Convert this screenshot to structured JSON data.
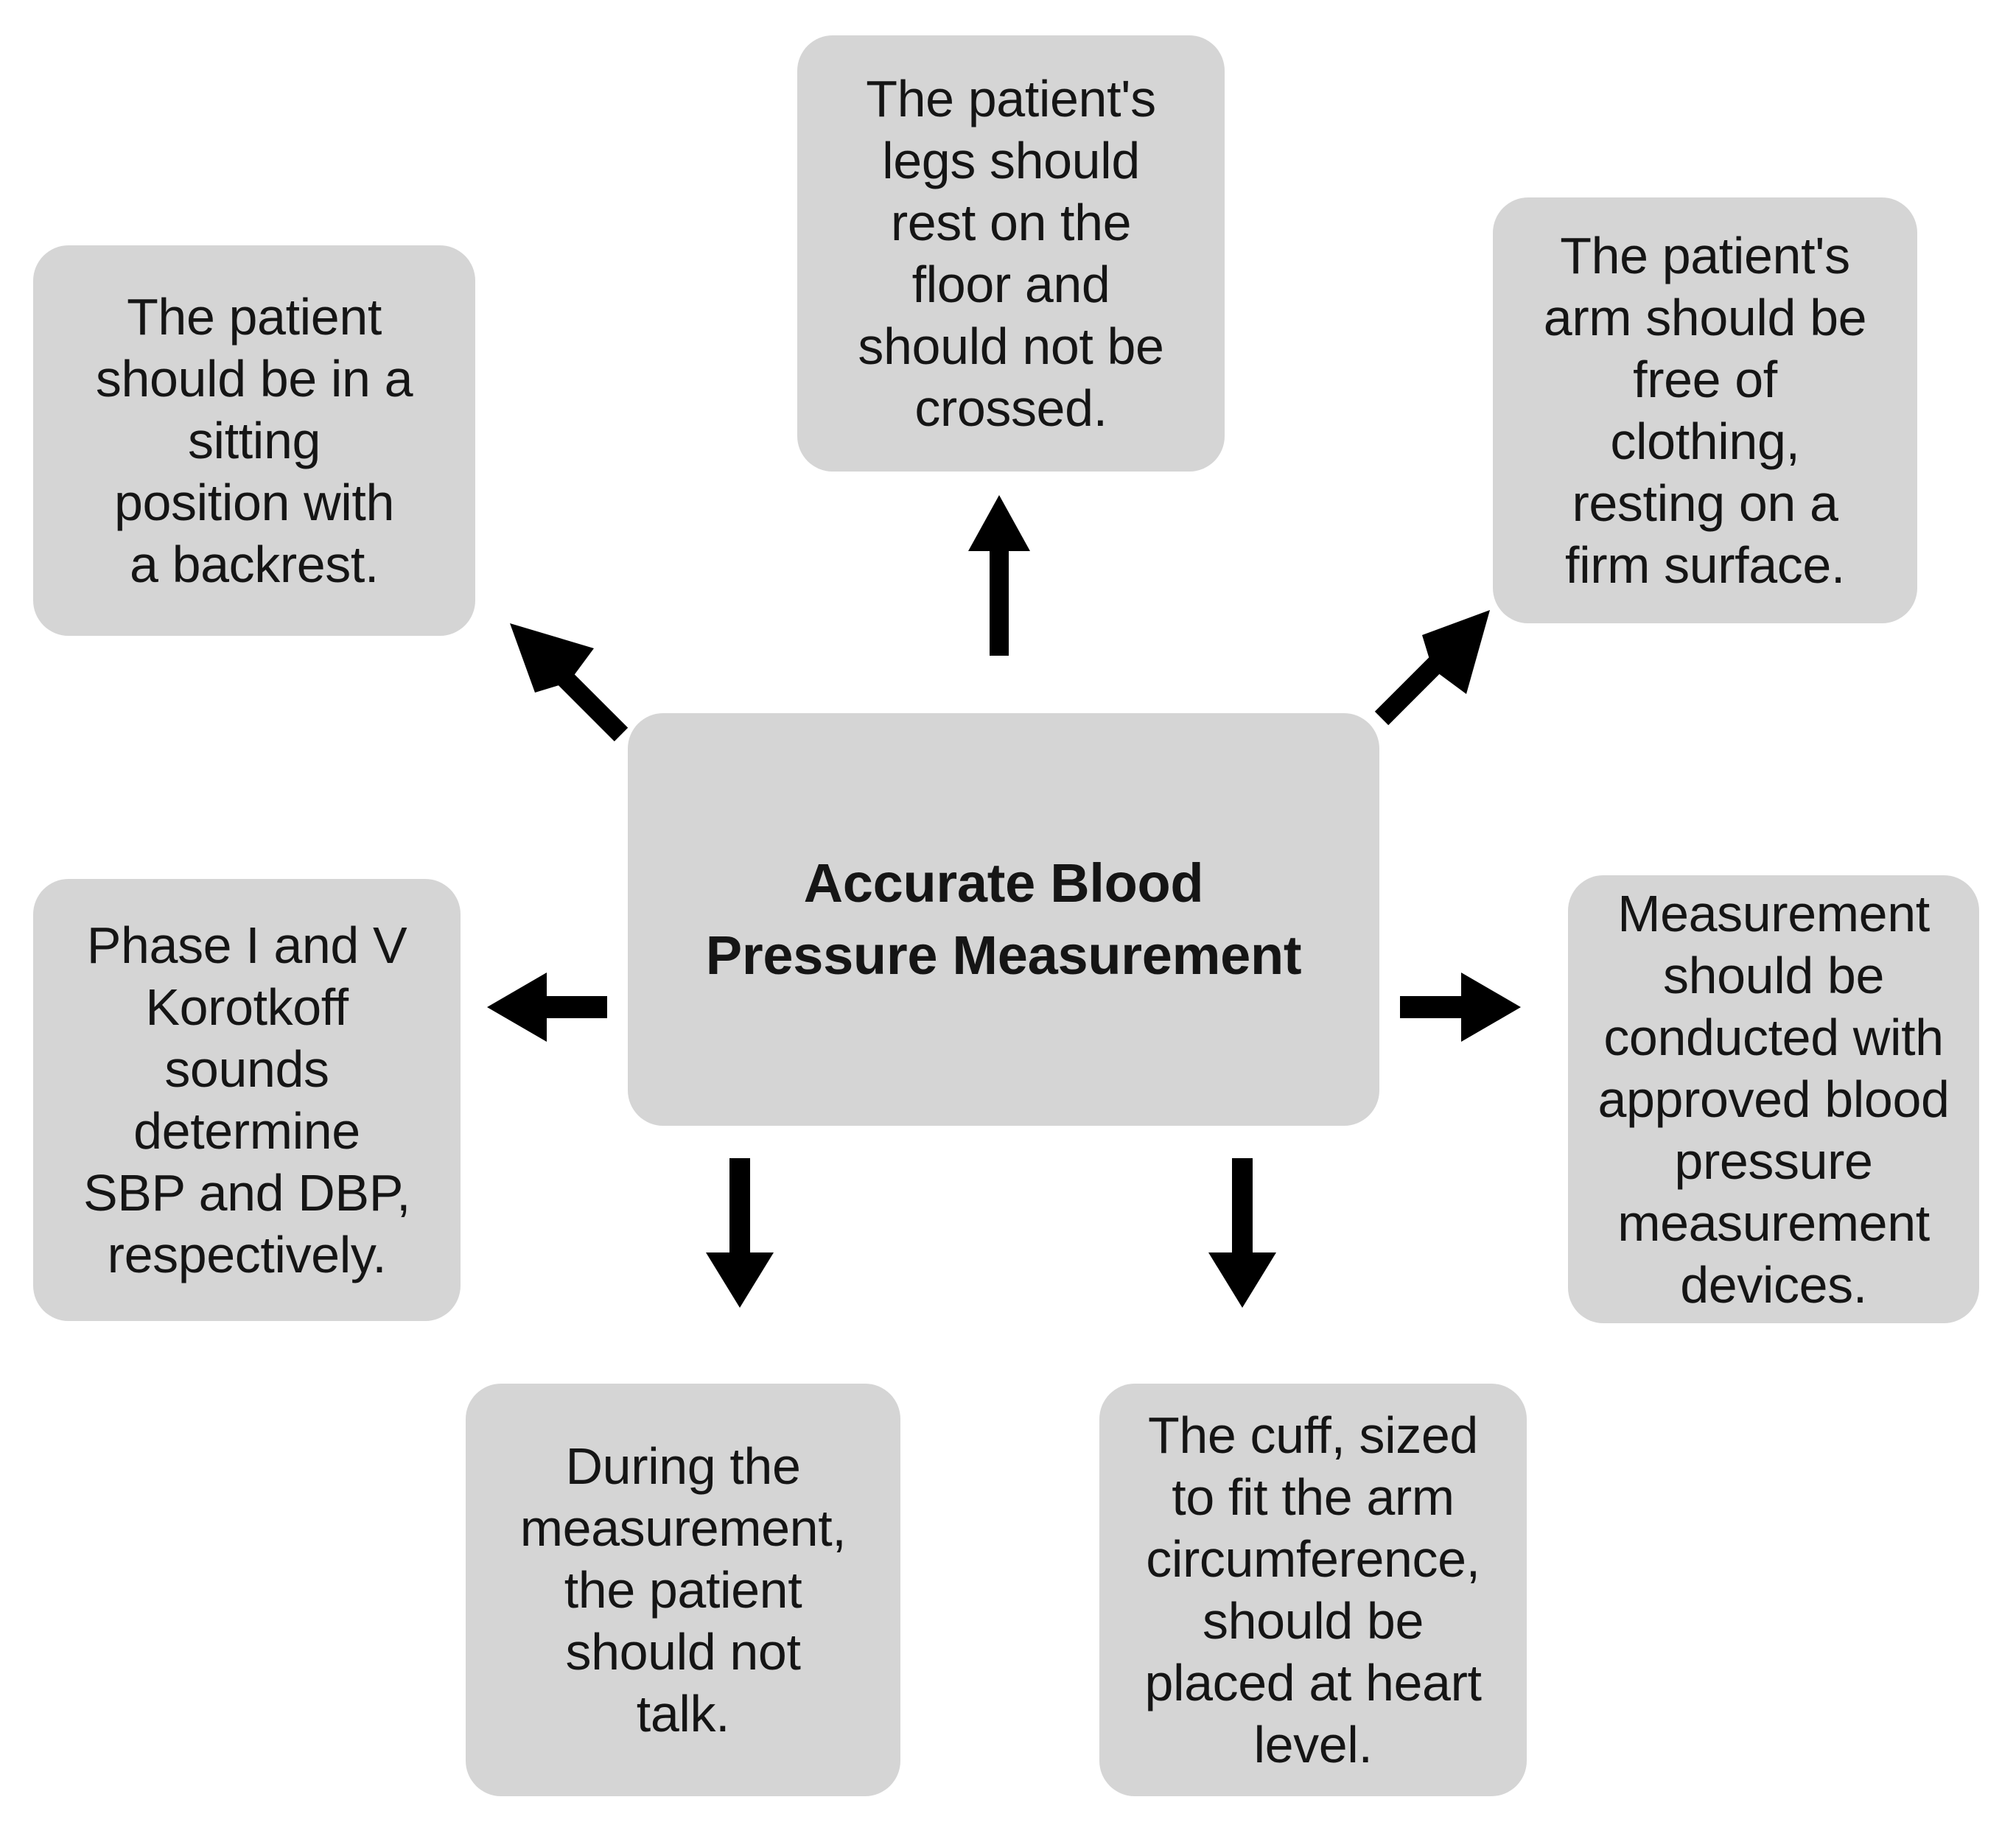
{
  "diagram": {
    "type": "hub-and-spoke",
    "title": "Accurate Blood Pressure Measurement",
    "center": {
      "id": "center",
      "label": "Accurate Blood\nPressure Measurement"
    },
    "colors": {
      "node_fill": "#d5d5d5",
      "text": "#151515",
      "arrow": "#000000",
      "background": "#ffffff"
    },
    "nodes": [
      {
        "id": "sitting",
        "label": "The patient\nshould be in a\nsitting\nposition with\na backrest.",
        "position": "top-left"
      },
      {
        "id": "legs",
        "label": "The patient's\nlegs should\nrest on the\nfloor and\nshould not be\ncrossed.",
        "position": "top-center"
      },
      {
        "id": "arm",
        "label": "The patient's\narm should be\nfree of\nclothing,\nresting on a\nfirm surface.",
        "position": "top-right"
      },
      {
        "id": "korotkoff",
        "label": "Phase I and V\nKorotkoff\nsounds\ndetermine\nSBP and DBP,\nrespectively.",
        "position": "middle-left"
      },
      {
        "id": "devices",
        "label": "Measurement\nshould be\nconducted with\napproved blood\npressure\nmeasurement\ndevices.",
        "position": "middle-right"
      },
      {
        "id": "talk",
        "label": "During the\nmeasurement,\nthe patient\nshould not\ntalk.",
        "position": "bottom-left"
      },
      {
        "id": "cuff",
        "label": "The cuff, sized\nto fit the arm\ncircumference,\nshould be\nplaced at heart\nlevel.",
        "position": "bottom-right"
      }
    ],
    "arrows": [
      {
        "id": "arrow-to-sitting",
        "from": "center",
        "to": "sitting",
        "direction": "up-left"
      },
      {
        "id": "arrow-to-legs",
        "from": "center",
        "to": "legs",
        "direction": "up"
      },
      {
        "id": "arrow-to-arm",
        "from": "center",
        "to": "arm",
        "direction": "up-right"
      },
      {
        "id": "arrow-to-korotkoff",
        "from": "center",
        "to": "korotkoff",
        "direction": "left"
      },
      {
        "id": "arrow-to-devices",
        "from": "center",
        "to": "devices",
        "direction": "right"
      },
      {
        "id": "arrow-to-talk",
        "from": "center",
        "to": "talk",
        "direction": "down"
      },
      {
        "id": "arrow-to-cuff",
        "from": "center",
        "to": "cuff",
        "direction": "down"
      }
    ]
  }
}
